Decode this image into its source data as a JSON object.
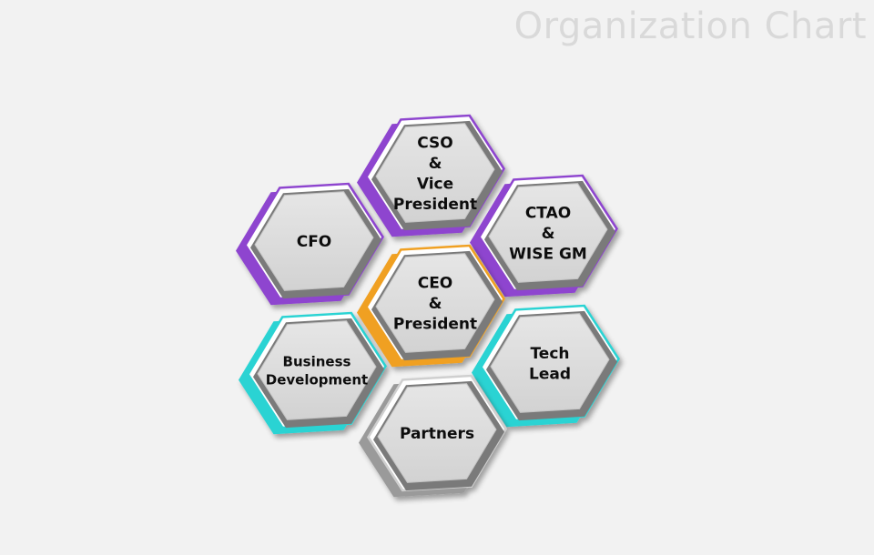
{
  "title": "Organization Chart",
  "colors": {
    "background": "#f2f2f2",
    "title": "#d9d9d9",
    "purple": "#8e44cf",
    "cyan": "#2ad3d3",
    "gold": "#f0a020",
    "face": "#dcdcdc",
    "edge_dark": "#7a7a7a",
    "edge_light": "#ffffff"
  },
  "nodes": [
    {
      "id": "cso",
      "accent": "purple",
      "lines": [
        "CSO",
        "&",
        "Vice",
        "President"
      ]
    },
    {
      "id": "cfo",
      "accent": "purple",
      "lines": [
        "CFO"
      ]
    },
    {
      "id": "ctao",
      "accent": "purple",
      "lines": [
        "CTAO",
        "&",
        "WISE GM"
      ]
    },
    {
      "id": "ceo",
      "accent": "gold",
      "lines": [
        "CEO",
        "&",
        "President"
      ]
    },
    {
      "id": "business",
      "accent": "cyan",
      "lines": [
        "Business",
        "Development"
      ]
    },
    {
      "id": "tech",
      "accent": "cyan",
      "lines": [
        "Tech",
        "Lead"
      ]
    },
    {
      "id": "partners",
      "accent": "none",
      "lines": [
        "Partners"
      ]
    }
  ]
}
